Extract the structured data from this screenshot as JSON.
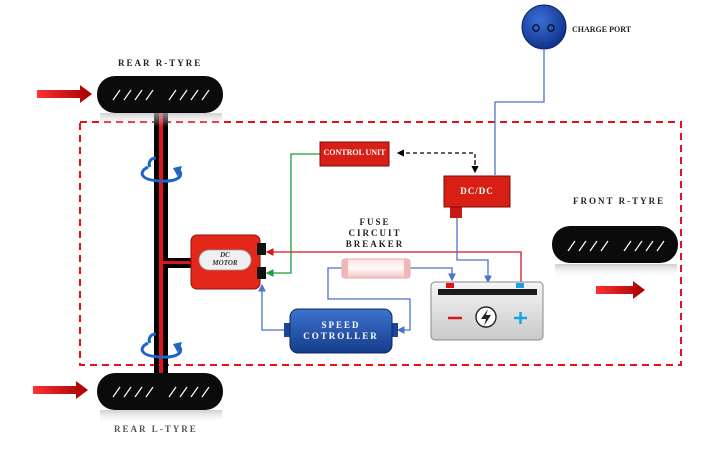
{
  "labels": {
    "rear_r_tyre": "REAR R-TYRE",
    "rear_l_tyre": "REAR L-TYRE",
    "front_r_tyre": "FRONT R-TYRE",
    "charge_port": "CHARGE PORT",
    "control_unit": "CONTROL UNIT",
    "dcdc": "DC/DC",
    "fuse": [
      "FUSE",
      "CIRCUIT",
      "BREAKER"
    ],
    "dc_motor": [
      "DC",
      "MOTOR"
    ],
    "speed_controller": [
      "SPEED",
      "COTROLLER"
    ],
    "battery_minus": "−",
    "battery_plus": "+"
  },
  "colors": {
    "boundary": "#e8101a",
    "red_box": "#d71f16",
    "blue_box": "#1f4fa8",
    "wire_blue": "#4a74c9",
    "wire_red": "#d9151b",
    "wire_green": "#1e9e3a",
    "axle": "#000000"
  }
}
